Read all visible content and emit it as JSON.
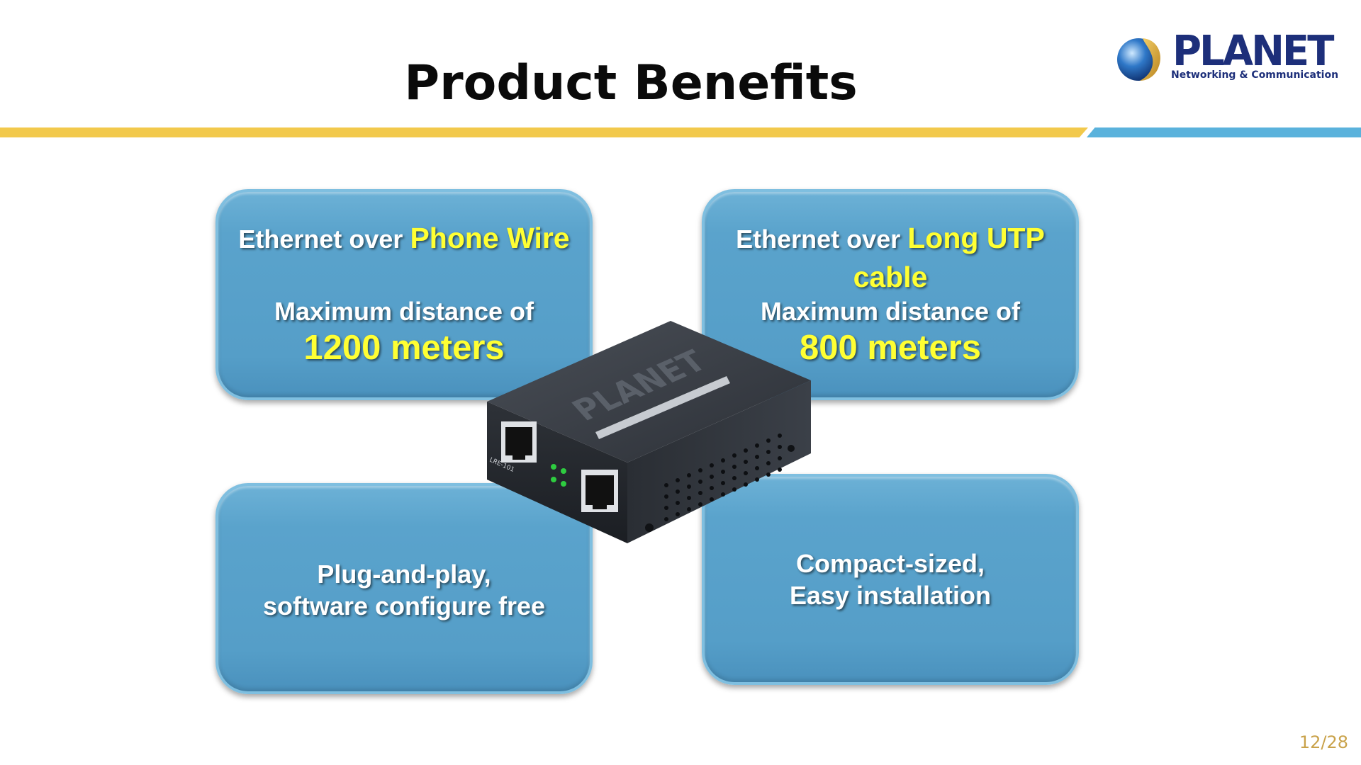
{
  "slide": {
    "title": "Product Benefits",
    "page_number": "12/28"
  },
  "logo": {
    "name": "PLANET",
    "tagline": "Networking & Communication"
  },
  "cards": {
    "phone_wire": {
      "prefix": "Ethernet over",
      "highlight": "Phone Wire",
      "line2": "Maximum distance of",
      "distance": "1200 meters"
    },
    "utp": {
      "prefix": "Ethernet over",
      "highlight_a": "Long UTP",
      "highlight_b": "cable",
      "line2": "Maximum distance of",
      "distance": "800 meters"
    },
    "plug_play": {
      "line1": "Plug-and-play,",
      "line2": "software configure free"
    },
    "compact": {
      "line1": "Compact-sized,",
      "line2": "Easy installation"
    }
  },
  "device": {
    "brand_text": "PLANET",
    "model_text": "LRE-101"
  },
  "colors": {
    "card_blue": "#5aa3cc",
    "highlight_yellow": "#ffff33",
    "stripe_yellow": "#f2c94c",
    "stripe_blue": "#5ab2dc",
    "brand_navy": "#1d2f7a"
  }
}
